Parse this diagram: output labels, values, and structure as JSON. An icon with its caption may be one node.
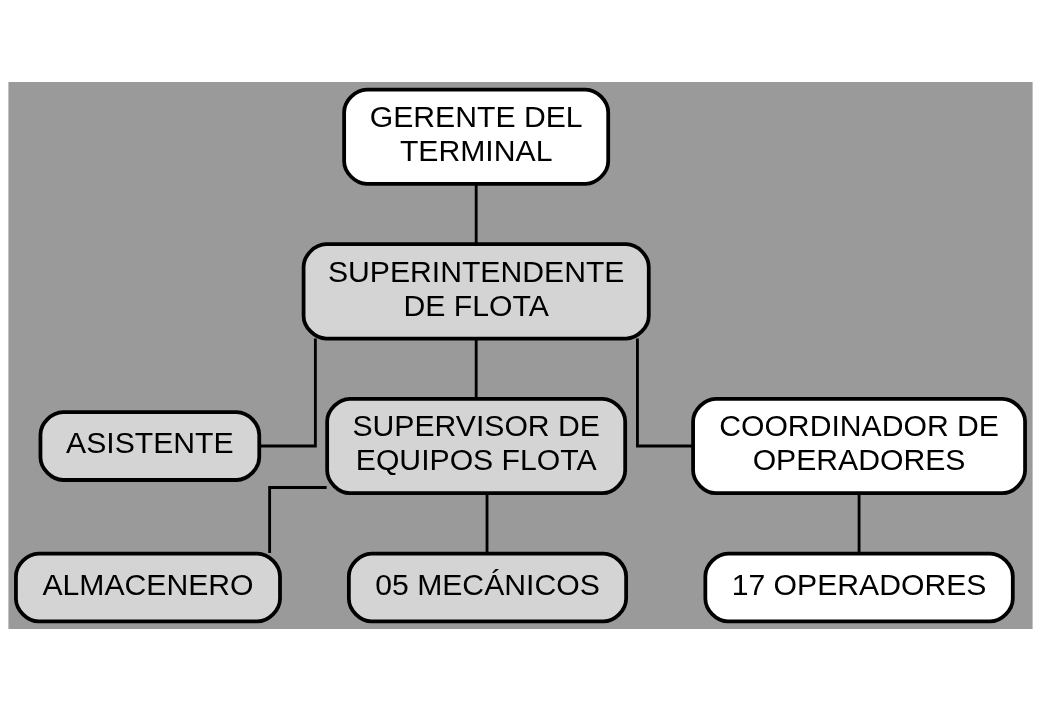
{
  "diagram": {
    "nodes": [
      {
        "text": [
          "GERENTE DEL TERMINAL"
        ]
      },
      {
        "text": [
          "SUPERINTENDENTE DE FLOTA"
        ]
      },
      {
        "text": [
          "ASISTENTE"
        ]
      },
      {
        "text": [
          "SUPERVISOR DE EQUIPOS FLOTA"
        ]
      },
      {
        "text": [
          "COORDINADOR DE OPERADORES"
        ]
      },
      {
        "text": [
          "ALMACENERO"
        ]
      },
      {
        "text": [
          "05 MECÁNICOS"
        ]
      },
      {
        "text": [
          "17 OPERADORES"
        ]
      }
    ],
    "edges": [
      {
        "from": 0,
        "to": 1,
        "arrow": "none"
      },
      {
        "from": 1,
        "to": 2,
        "arrow": "none"
      },
      {
        "from": 1,
        "to": 3,
        "arrow": "none"
      },
      {
        "from": 1,
        "to": 4,
        "arrow": "none"
      },
      {
        "from": 3,
        "to": 5,
        "arrow": "none"
      },
      {
        "from": 3,
        "to": 6,
        "arrow": "none"
      },
      {
        "from": 4,
        "to": 7,
        "arrow": "none"
      }
    ]
  }
}
